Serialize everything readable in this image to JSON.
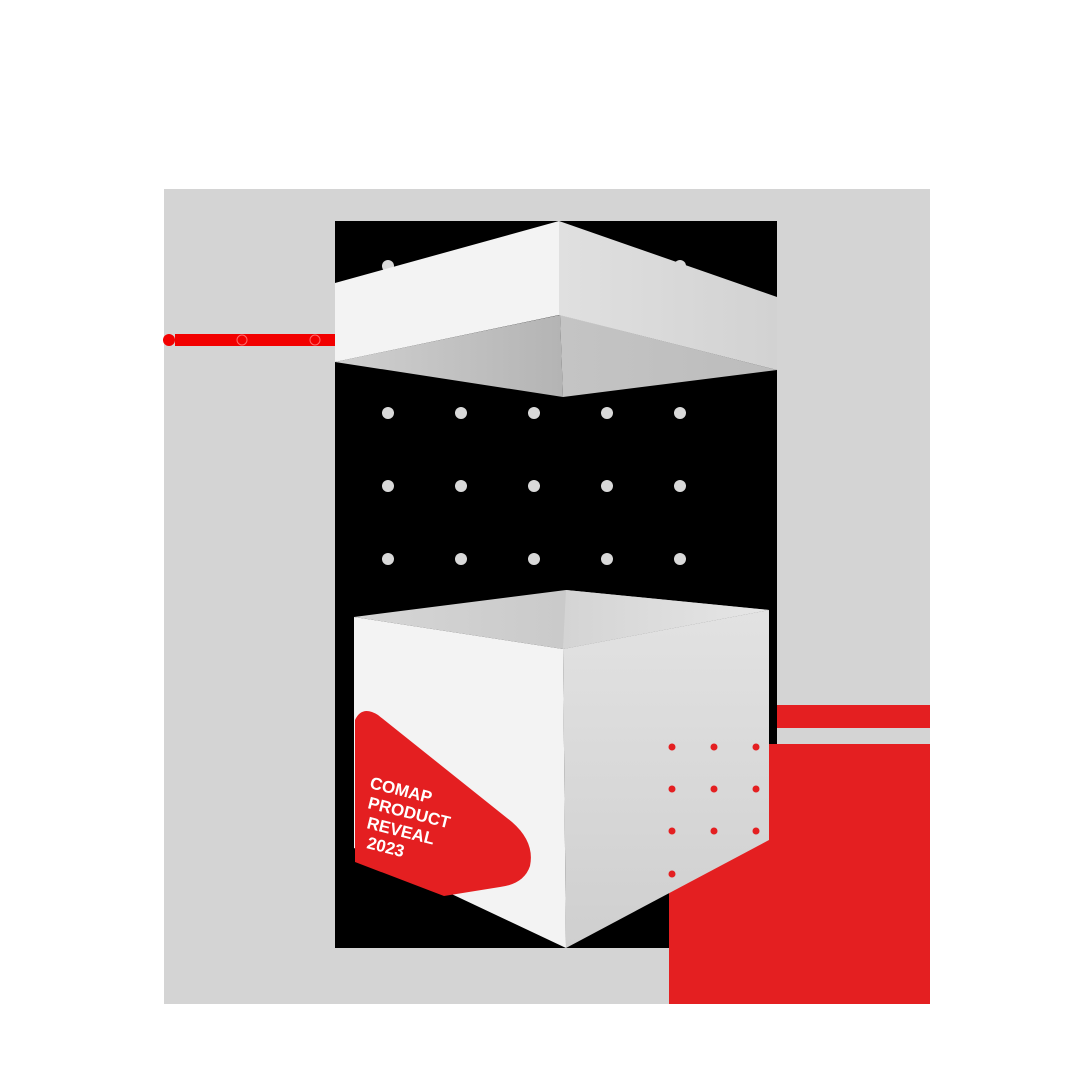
{
  "graphic": {
    "label_lines": [
      "COMAP",
      "PRODUCT",
      "REVEAL",
      "2023"
    ]
  },
  "colors": {
    "background": "#ffffff",
    "gray_panel": "#d4d4d4",
    "black_panel": "#000000",
    "accent_red": "#e41f21",
    "bright_red": "#f20000",
    "box_light": "#f2f2f2",
    "box_mid": "#dadada",
    "box_inner": "#bdbdbd",
    "dot_gray": "#d9d9d9"
  }
}
